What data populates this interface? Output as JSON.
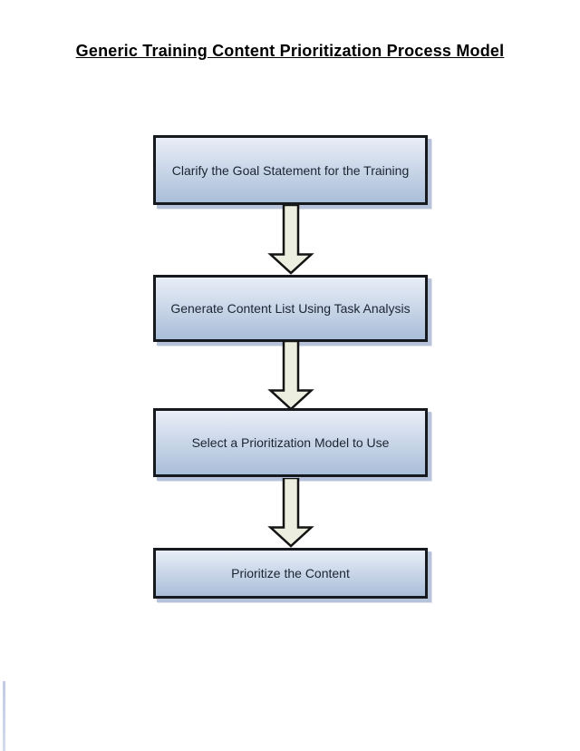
{
  "page": {
    "title": "Generic Training Content Prioritization Process Model"
  },
  "flowchart": {
    "steps": [
      {
        "label": "Clarify the Goal Statement for the Training"
      },
      {
        "label": "Generate Content List Using Task Analysis"
      },
      {
        "label": "Select a Prioritization Model to Use"
      },
      {
        "label": "Prioritize the Content"
      }
    ],
    "connector_icon": "down-block-arrow"
  },
  "colors": {
    "page_background": "#ffffff",
    "box_fill_top": "#e9eef7",
    "box_fill_bottom": "#a9bed9",
    "box_border": "#16191e",
    "box_text": "#1b2531",
    "shadow": "#b5c2d9",
    "arrow_fill": "#eceedf",
    "arrow_border": "#141414"
  }
}
